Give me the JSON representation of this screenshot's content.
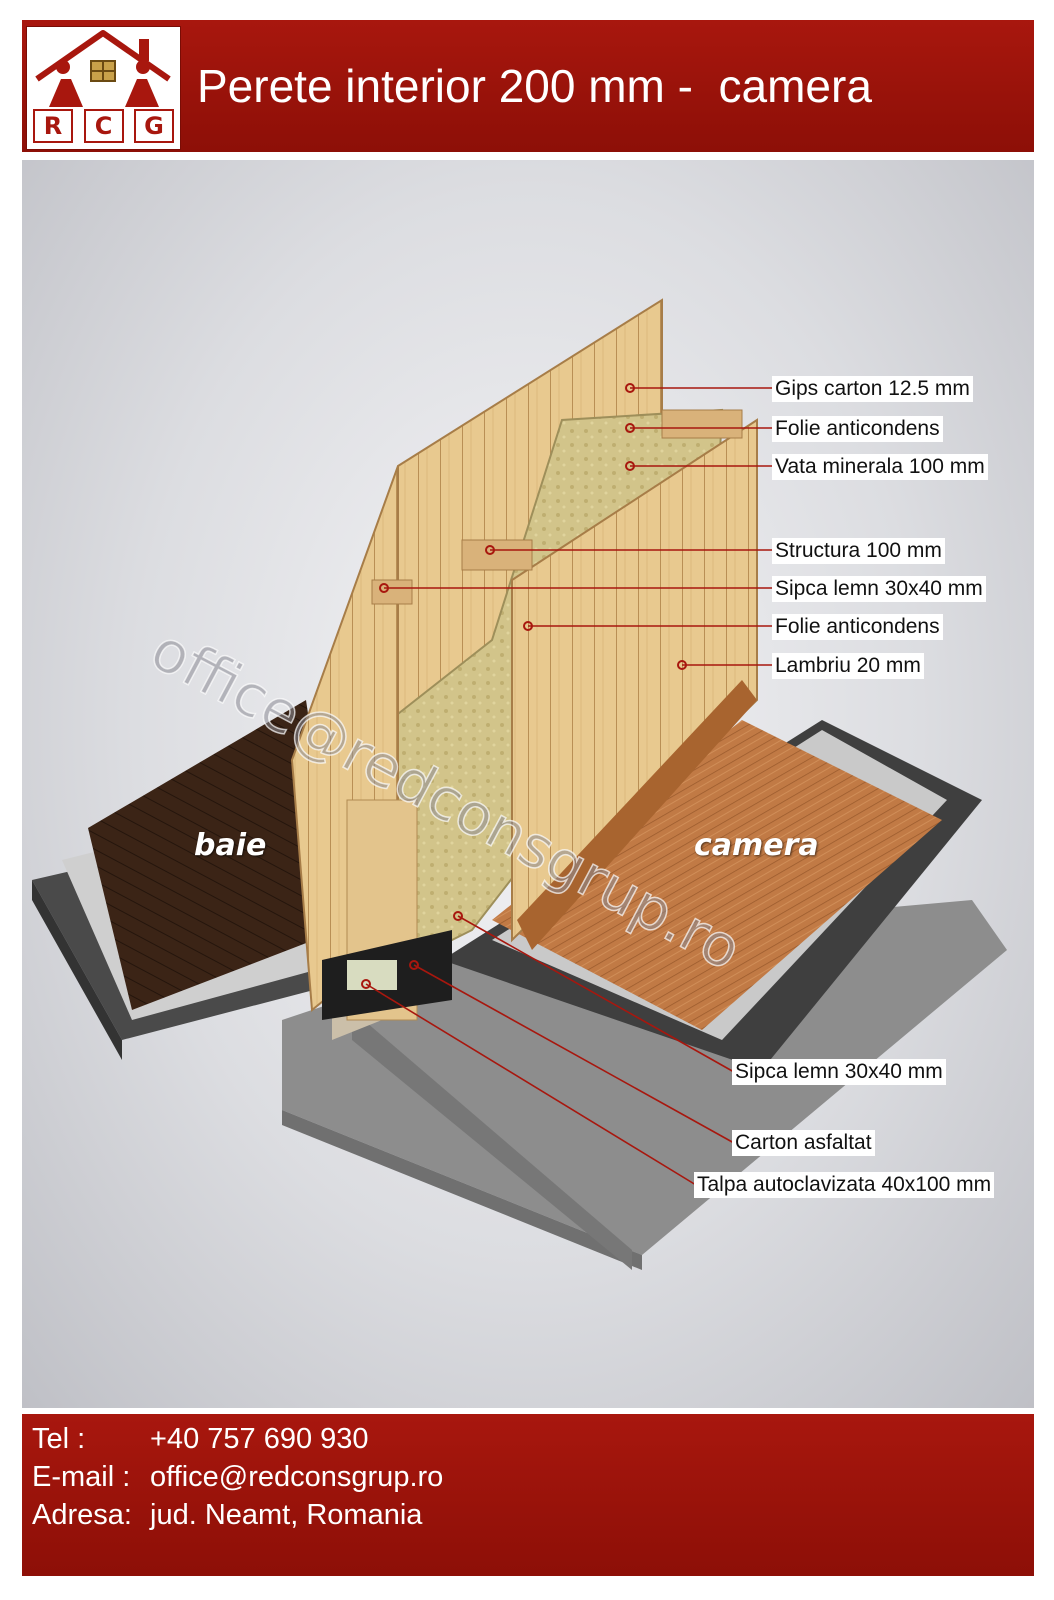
{
  "header": {
    "logo": {
      "letters": [
        "R",
        "C",
        "G"
      ]
    },
    "title": "Perete interior 200 mm -  camera"
  },
  "diagram": {
    "rooms": {
      "left": "baie",
      "right": "camera"
    },
    "watermark": "office@redconsgrup.ro",
    "callouts": [
      "Gips carton 12.5 mm",
      "Folie anticondens",
      "Vata minerala 100 mm",
      "Structura  100 mm",
      "Sipca lemn 30x40 mm",
      "Folie anticondens",
      "Lambriu 20 mm",
      "Sipca lemn 30x40 mm",
      "Carton asfaltat",
      "Talpa autoclavizata 40x100 mm"
    ]
  },
  "footer": {
    "tel": {
      "label": "Tel :",
      "value": "+40 757 690 930"
    },
    "email": {
      "label": "E-mail :",
      "value": "office@redconsgrup.ro"
    },
    "address": {
      "label": "Adresa:",
      "value": "jud. Neamt, Romania"
    }
  },
  "colors": {
    "brand": "#a8170e",
    "callout_line": "#a8170e"
  }
}
